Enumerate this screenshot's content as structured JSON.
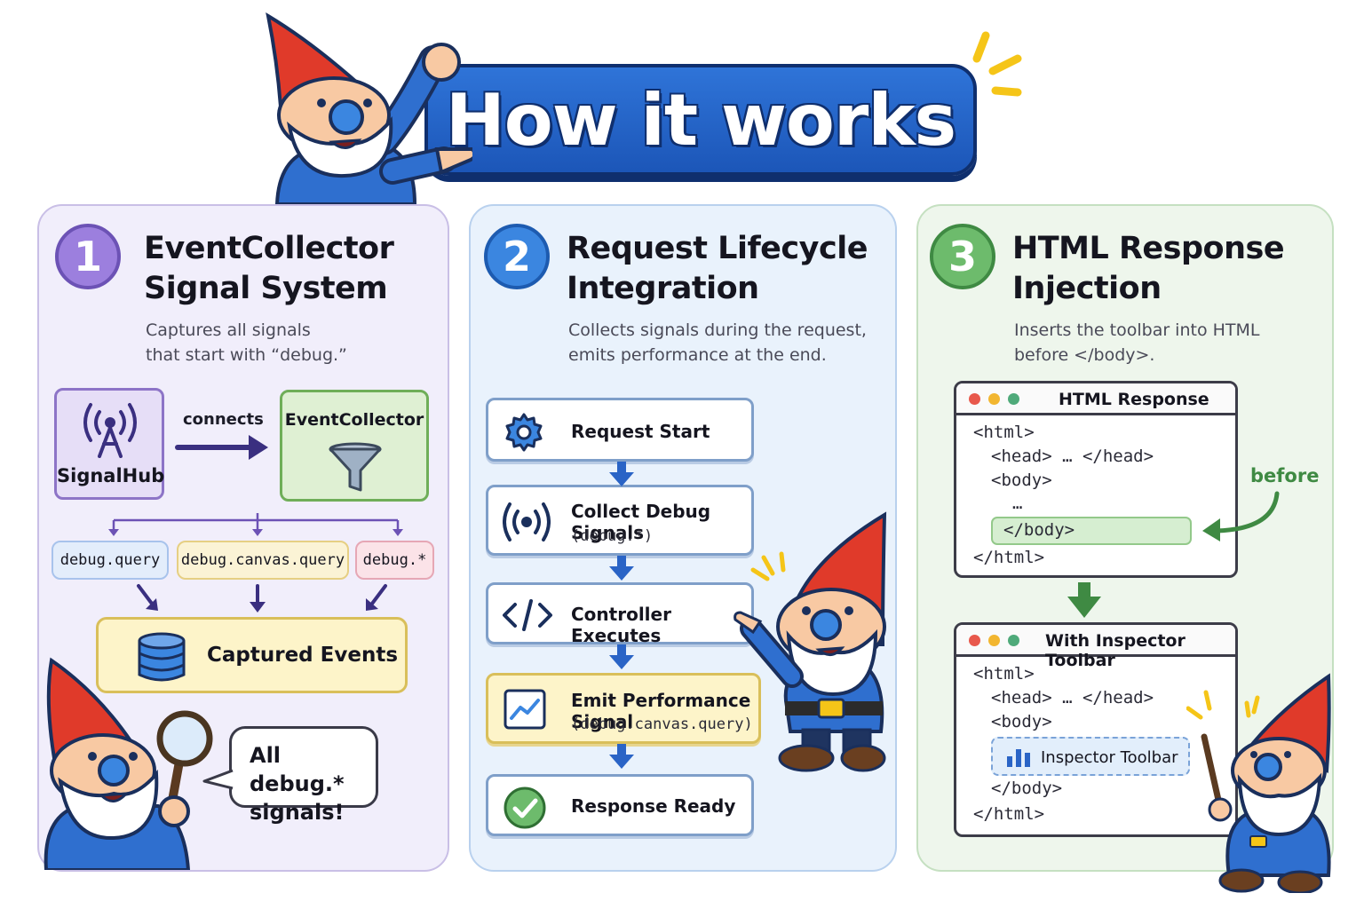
{
  "title": "How it works",
  "panels": [
    {
      "number": "1",
      "title_line1": "EventCollector",
      "title_line2": "Signal System",
      "subtitle_line1": "Captures all signals",
      "subtitle_line2": "that start with “debug.”",
      "source_label": "SignalHub",
      "edge_label": "connects",
      "target_label": "EventCollector",
      "tags": [
        "debug.query",
        "debug.canvas.query",
        "debug.*"
      ],
      "sink_label": "Captured Events",
      "speech_line1": "All debug.*",
      "speech_line2": "signals!"
    },
    {
      "number": "2",
      "title_line1": "Request Lifecycle",
      "title_line2": "Integration",
      "subtitle_line1": "Collects signals during the request,",
      "subtitle_line2": "emits performance at the end.",
      "steps": [
        {
          "label": "Request Start",
          "sub": "",
          "icon": "gear-icon"
        },
        {
          "label": "Collect Debug Signals",
          "sub": "(debug.*)",
          "icon": "broadcast-icon"
        },
        {
          "label": "Controller Executes",
          "sub": "",
          "icon": "code-icon"
        },
        {
          "label": "Emit Performance Signal",
          "sub": "(debug.canvas.query)",
          "icon": "chart-icon"
        },
        {
          "label": "Response Ready",
          "sub": "",
          "icon": "check-icon"
        }
      ]
    },
    {
      "number": "3",
      "title_line1": "HTML Response",
      "title_line2": "Injection",
      "subtitle_line1": "Inserts the toolbar into HTML",
      "subtitle_line2": "before </body>.",
      "window1": {
        "title": "HTML Response",
        "lines": [
          "<html>",
          "<head> … </head>",
          "<body>",
          "…",
          "</body>",
          "</html>"
        ]
      },
      "annotation": "before",
      "window2": {
        "title": "With Inspector Toolbar",
        "lines": [
          "<html>",
          "<head> … </head>",
          "<body>",
          "</body>",
          "</html>"
        ],
        "toolbar_label": "Inspector Toolbar"
      }
    }
  ],
  "colors": {
    "banner": "#2f74d8",
    "panel1": "#f1eefb",
    "panel2": "#e9f2fc",
    "panel3": "#eef6ec",
    "accent_purple": "#9c7fde",
    "accent_blue": "#3b86e0",
    "accent_green": "#6dbb6c",
    "arrow_blue": "#2a64c6",
    "arrow_green": "#3f8a43"
  }
}
